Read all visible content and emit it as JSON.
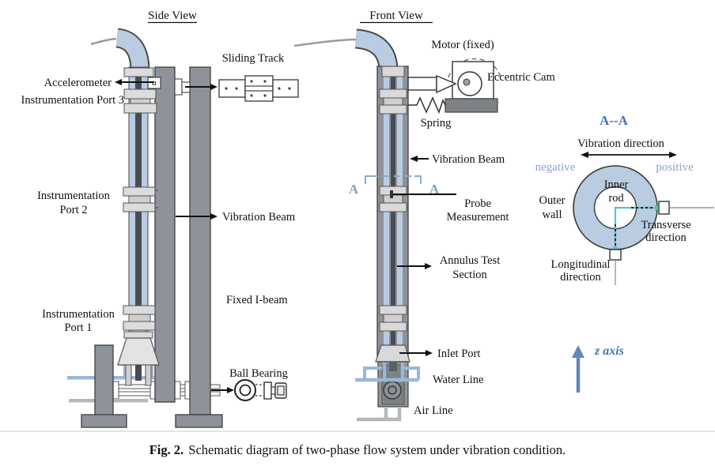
{
  "figure": {
    "caption_fig": "Fig. 2.",
    "caption_text": "Schematic diagram of two-phase flow system under vibration condition."
  },
  "side_view": {
    "title": "Side View",
    "labels": {
      "accelerometer": "Accelerometer",
      "accel_symbol": "a",
      "instrumentation_port_3": "Instrumentation Port 3",
      "instrumentation_port_2_line1": "Instrumentation",
      "instrumentation_port_2_line2": "Port 2",
      "instrumentation_port_1_line1": "Instrumentation",
      "instrumentation_port_1_line2": "Port 1",
      "sliding_track": "Sliding Track",
      "vibration_beam": "Vibration Beam",
      "fixed_i_beam": "Fixed I-beam",
      "ball_bearing": "Ball Bearing"
    }
  },
  "front_view": {
    "title": "Front View",
    "labels": {
      "motor": "Motor (fixed)",
      "eccentric_cam": "Eccentric Cam",
      "spring": "Spring",
      "vibration_beam": "Vibration Beam",
      "section_mark_left": "A",
      "section_mark_right": "A",
      "probe_line1": "Probe",
      "probe_line2": "Measurement",
      "annulus_line1": "Annulus Test",
      "annulus_line2": "Section",
      "inlet_port": "Inlet Port",
      "water_line": "Water Line",
      "air_line": "Air Line"
    }
  },
  "cross_section": {
    "title": "A--A",
    "labels": {
      "vibration_direction": "Vibration direction",
      "negative": "negative",
      "positive": "positive",
      "inner_rod_line1": "Inner",
      "inner_rod_line2": "rod",
      "outer_wall_line1": "Outer",
      "outer_wall_line2": "wall",
      "transverse_line1": "Transverse",
      "transverse_line2": "direction",
      "longitudinal_line1": "Longitudinal",
      "longitudinal_line2": "direction",
      "z_axis": "z axis"
    }
  },
  "colors": {
    "tube_light_blue": "#b9cce2",
    "beam_gray": "#8e939a",
    "flange_gray": "#dcdcdc",
    "dark_rod": "#474c54",
    "accent_blue": "#4573b4",
    "section_mark_blue": "#7f9fc6",
    "direction_text_blue": "#8aa6cc",
    "teal_line": "#56c4c8",
    "water_line_blue": "#9ab7d8",
    "air_line_gray": "#b4b8bb"
  }
}
